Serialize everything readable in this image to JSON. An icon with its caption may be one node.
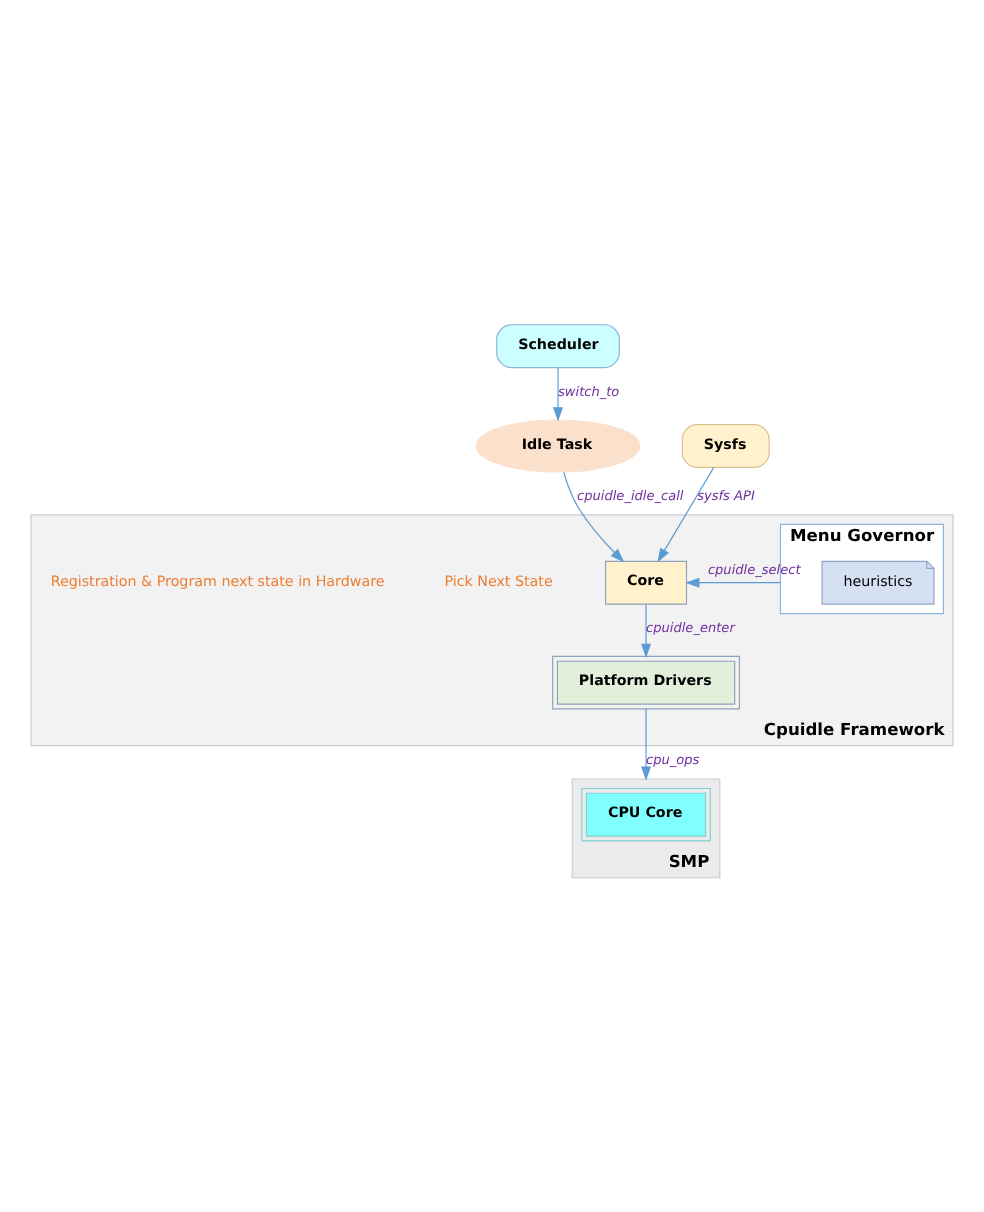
{
  "diagram": {
    "nodes": [
      {
        "text": [
          "Scheduler"
        ]
      },
      {
        "text": [
          "Sysfs"
        ]
      },
      {
        "text": [
          "Idle Task"
        ]
      },
      {
        "text": [
          "Cpuidle Framework"
        ]
      },
      {
        "text": [
          "Core"
        ],
        "in": 3
      },
      {
        "text": [
          "Menu Governor"
        ],
        "in": 3
      },
      {
        "text": [
          "heuristics"
        ],
        "in": 5
      },
      {
        "text": [
          "Platform Drivers"
        ],
        "in": 3
      },
      {
        "text": [
          "SMP"
        ]
      },
      {
        "text": [
          "CPU Core"
        ],
        "in": 8
      }
    ],
    "edges": [
      {
        "from": 0,
        "to": 2,
        "arrow": "to",
        "label": "switch_to"
      },
      {
        "from": 1,
        "to": 4,
        "arrow": "to",
        "label": "sysfs API"
      },
      {
        "from": 2,
        "to": 4,
        "arrow": "to",
        "label": "cpuidle_idle_call"
      },
      {
        "from": 5,
        "to": 4,
        "arrow": "to",
        "label": "cpuidle_select"
      },
      {
        "from": 4,
        "to": 7,
        "arrow": "to",
        "label": "cpuidle_enter"
      },
      {
        "from": 7,
        "to": 8,
        "arrow": "to",
        "label": "cpu_ops"
      }
    ],
    "labels": [
      "Pick Next State",
      "Registration & Program next state in Hardware"
    ]
  }
}
